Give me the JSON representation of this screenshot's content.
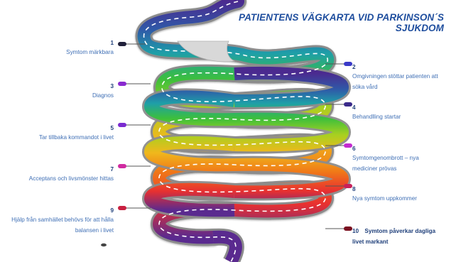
{
  "title": "PATIENTENS VÄGKARTA VID PARKINSON´S SJUKDOM",
  "steps": [
    {
      "num": "1",
      "label": "Symtom märkbara",
      "color": "#20203a"
    },
    {
      "num": "2",
      "label": "Omgivningen stöttar patienten att söka vård",
      "color": "#3a3ac8"
    },
    {
      "num": "3",
      "label": "Diagnos",
      "color": "#8a2ad0"
    },
    {
      "num": "4",
      "label": "Behandlling startar",
      "color": "#3a2a8a"
    },
    {
      "num": "5",
      "label": "Tar tillbaka kommandot i livet",
      "color": "#7a2ad0"
    },
    {
      "num": "6",
      "label": "Symtomgenombrott – nya mediciner prövas",
      "color": "#c42ad0"
    },
    {
      "num": "7",
      "label": "Acceptans och livsmönster hittas",
      "color": "#d02aa0"
    },
    {
      "num": "8",
      "label": "Nya symtom uppkommer",
      "color": "#c8205a"
    },
    {
      "num": "9",
      "label": "Hjälp från samhället behövs för att hålla balansen i livet",
      "color": "#c82040"
    },
    {
      "num": "10",
      "label": "Symtom påverkar dagliga livet markant",
      "color": "#7a1020"
    }
  ],
  "colors": {
    "title": "#1f4e9e",
    "label": "#3f6fb5",
    "road_gradient": [
      "#4b2a8f",
      "#1e9fa8",
      "#3cbf3c",
      "#a8d020",
      "#f0b81c",
      "#f07818",
      "#e83030",
      "#c81f3f"
    ]
  }
}
